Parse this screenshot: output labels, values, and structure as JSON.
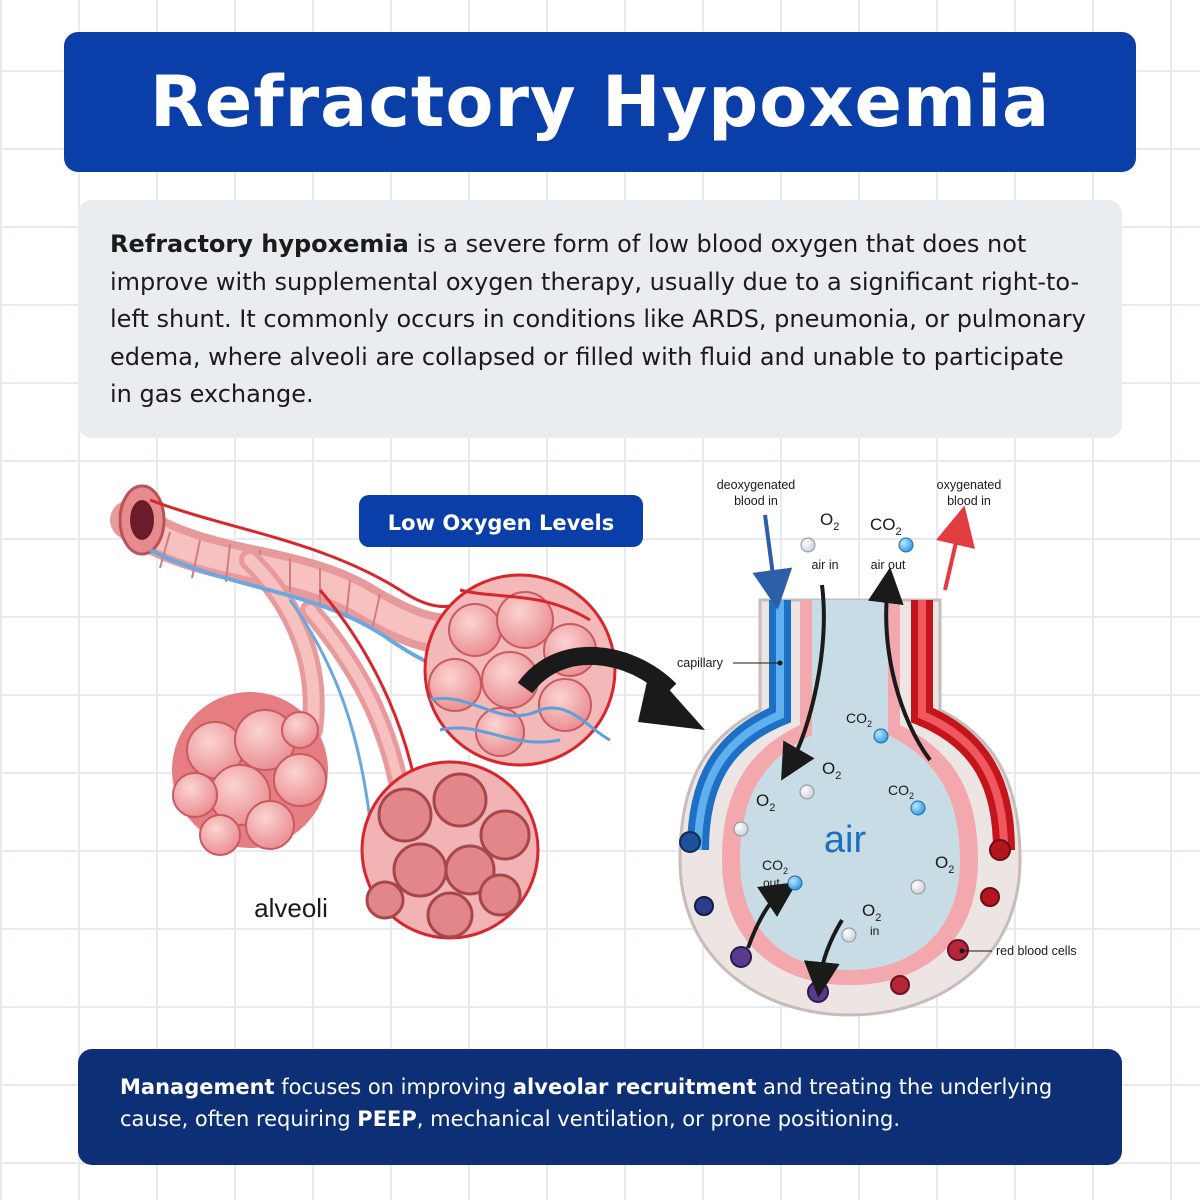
{
  "title": "Refractory Hypoxemia",
  "intro": {
    "term": "Refractory hypoxemia",
    "text": " is a severe form of low blood oxygen that does not improve with supplemental oxygen therapy, usually due to a significant right-to-left shunt. It commonly occurs in conditions like ARDS, pneumonia, or pulmonary edema, where alveoli are collapsed or filled with fluid and unable to participate in gas exchange."
  },
  "diagram": {
    "badge": "Low Oxygen Levels",
    "alveoli_label": "alveoli",
    "air_label": "air",
    "deoxygenated": [
      "deoxygenated",
      "blood in"
    ],
    "oxygenated": [
      "oxygenated",
      "blood in"
    ],
    "capillary": "capillary",
    "red_blood_cells": "red blood cells",
    "o2": "O",
    "co2": "CO",
    "subscript": "2",
    "air_in": "air in",
    "air_out": "air out",
    "out": "out",
    "in": "in"
  },
  "management": {
    "lead": "Management",
    "t1": " focuses on improving ",
    "b1": "alveolar recruitment",
    "t2": " and treating the underlying cause, often requiring ",
    "b2": "PEEP",
    "t3": ", mechanical ventilation, or prone positioning."
  },
  "colors": {
    "banner": "#0a3ea8",
    "management_bg": "#0d2f75",
    "intro_bg": "#e9edf0",
    "tissue_pink": "#f0a3a6",
    "artery_red": "#d8262c",
    "vein_blue": "#2d7fd0"
  }
}
